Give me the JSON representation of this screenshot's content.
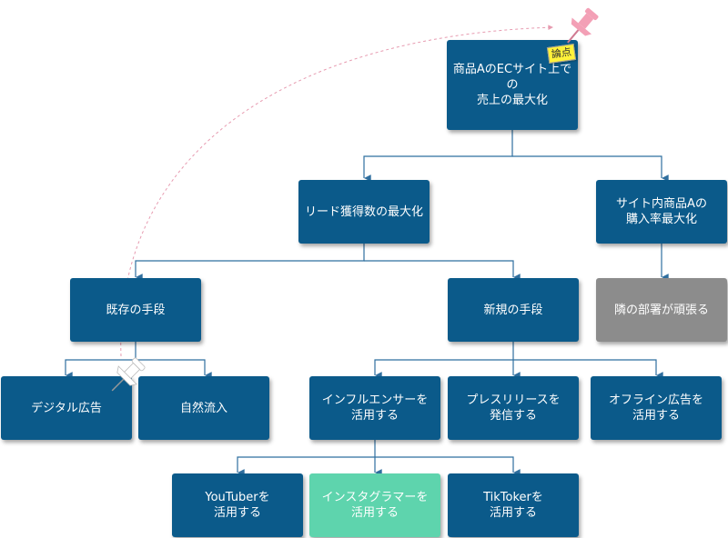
{
  "nodes": {
    "root": [
      "商品AのECサイト上での",
      "売上の最大化"
    ],
    "lead": [
      "リード獲得数の最大化"
    ],
    "conversion": [
      "サイト内商品Aの",
      "購入率最大化"
    ],
    "existing": [
      "既存の手段"
    ],
    "new": [
      "新規の手段"
    ],
    "other_dept": [
      "隣の部署が頑張る"
    ],
    "digital_ads": [
      "デジタル広告"
    ],
    "organic": [
      "自然流入"
    ],
    "influencer": [
      "インフルエンサーを",
      "活用する"
    ],
    "press": [
      "プレスリリースを",
      "発信する"
    ],
    "offline": [
      "オフライン広告を",
      "活用する"
    ],
    "youtuber": [
      "YouTuberを",
      "活用する"
    ],
    "instagrammer": [
      "インスタグラマーを",
      "活用する"
    ],
    "tiktoker": [
      "TikTokerを",
      "活用する"
    ]
  },
  "badge": "論点",
  "colors": {
    "node": "#0b5a8a",
    "delegated": "#8c8c8c",
    "highlight": "#5ed4ad",
    "connector": "#2f6f9f",
    "pin": "#f3a0b6",
    "dashed": "#e79bb0",
    "badge": "#fff23a"
  },
  "icons": [
    "pushpin-icon",
    "pushpin-icon"
  ]
}
